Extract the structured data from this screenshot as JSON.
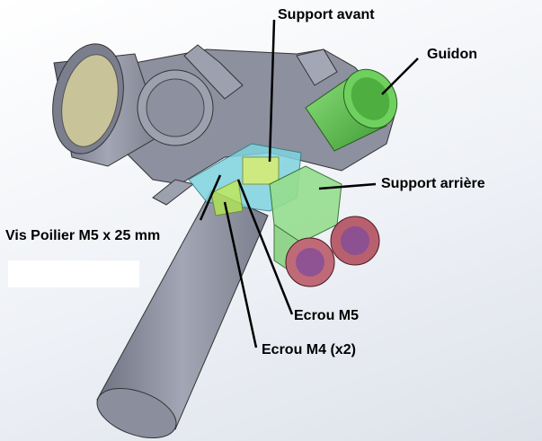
{
  "labels": {
    "support_avant": "Support avant",
    "guidon": "Guidon",
    "support_arriere": "Support arrière",
    "vis": "Vis Poilier M5 x 25 mm",
    "ecrou_m5": "Ecrou M5",
    "ecrou_m4": "Ecrou M4 (x2)"
  },
  "colors": {
    "body": "#8d909e",
    "support_avant": "#7fd3df",
    "support_arriere": "#96dd8f",
    "guidon": "#62c452",
    "knobs": "#b8606e"
  }
}
